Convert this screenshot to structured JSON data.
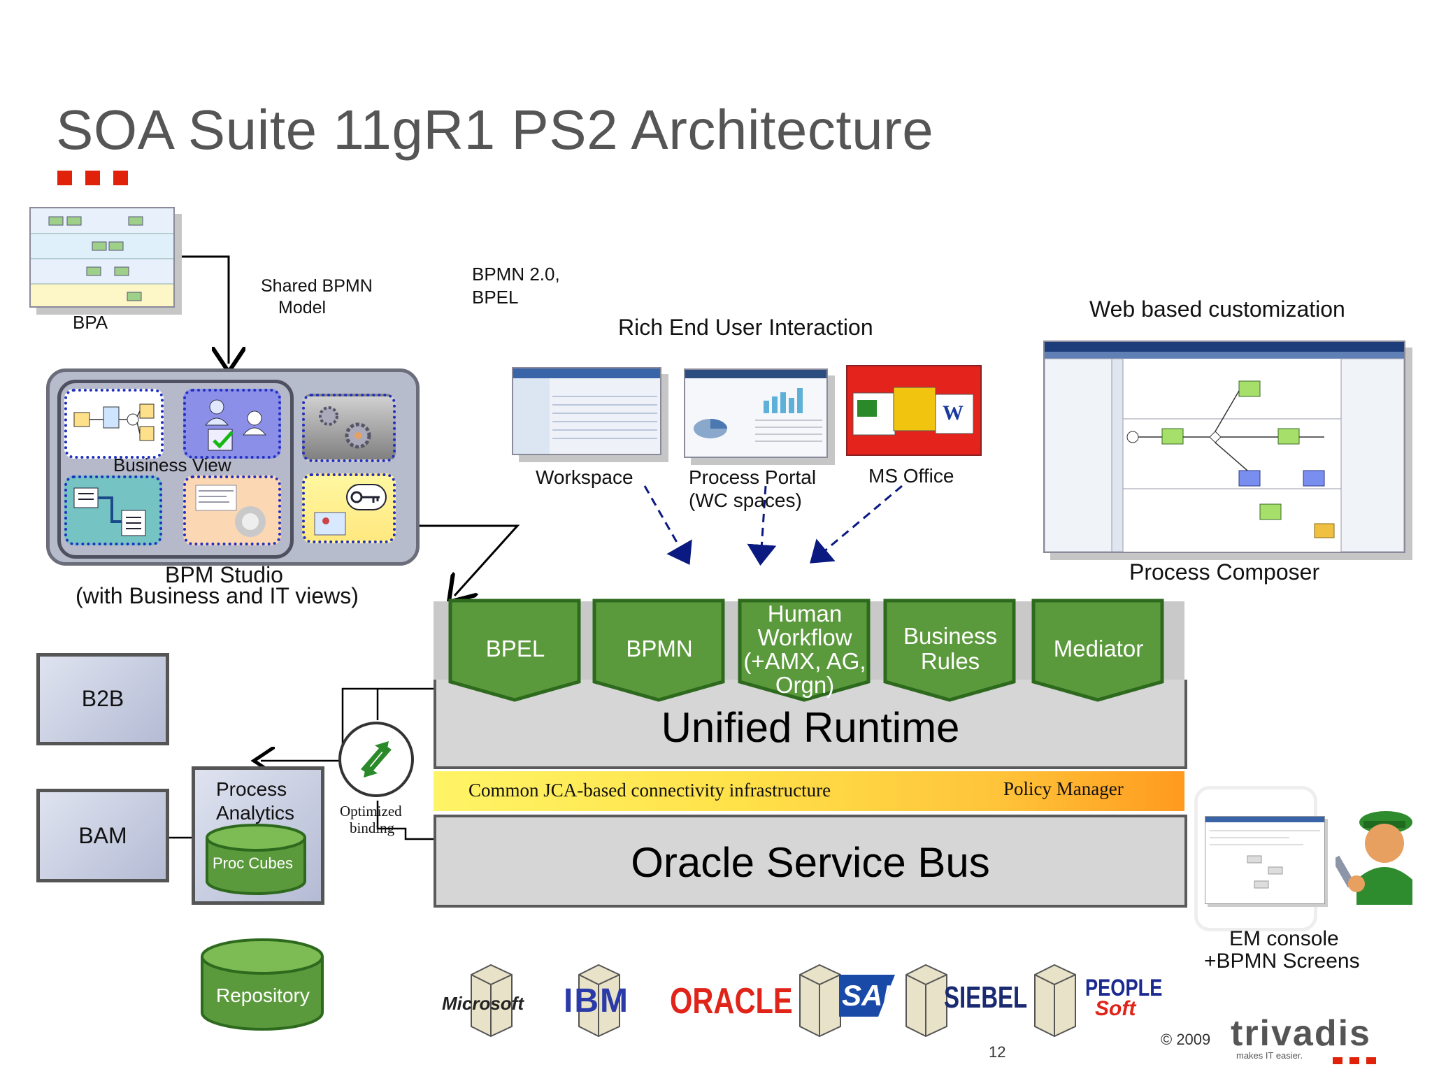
{
  "title": "SOA Suite 11gR1 PS2 Architecture",
  "accent_color": "#e0220a",
  "labels": {
    "bpa": "BPA",
    "shared_bpmn_line1": "Shared BPMN",
    "shared_bpmn_line2": "Model",
    "bpmn_bpel_line1": "BPMN 2.0,",
    "bpmn_bpel_line2": "BPEL",
    "rich_end_user": "Rich End User Interaction",
    "web_customization": "Web based customization",
    "business_view": "Business View",
    "bpm_studio_line1": "BPM Studio",
    "bpm_studio_line2": "(with Business and IT views)",
    "workspace": "Workspace",
    "process_portal_line1": "Process Portal",
    "process_portal_line2": "(WC spaces)",
    "ms_office": "MS Office",
    "process_composer": "Process Composer",
    "b2b": "B2B",
    "bam": "BAM",
    "process_analytics_line1": "Process",
    "process_analytics_line2": "Analytics",
    "proc_cubes": "Proc Cubes",
    "optimized_line1": "Optimized",
    "optimized_line2": "binding",
    "repository": "Repository",
    "unified_runtime": "Unified Runtime",
    "jca": "Common JCA-based connectivity infrastructure",
    "policy_manager": "Policy Manager",
    "osb": "Oracle Service Bus",
    "em_console_line1": "EM console",
    "em_console_line2": "+BPMN Screens",
    "page_number": "12",
    "copyright": "© 2009",
    "brand": "trivadis",
    "brand_tagline": "makes IT easier."
  },
  "components": [
    {
      "lines": [
        "BPEL"
      ]
    },
    {
      "lines": [
        "BPMN"
      ]
    },
    {
      "lines": [
        "Human",
        "Workflow",
        "(+AMX, AG,",
        "Orgn)"
      ]
    },
    {
      "lines": [
        "Business",
        "Rules"
      ]
    },
    {
      "lines": [
        "Mediator"
      ]
    }
  ],
  "vendors": {
    "microsoft": "Microsoft",
    "ibm": "IBM",
    "oracle": "ORACLE",
    "sap": "SAP",
    "siebel": "SIEBEL",
    "peoplesoft_line1": "PEOPLE",
    "peoplesoft_line2": "Soft"
  }
}
